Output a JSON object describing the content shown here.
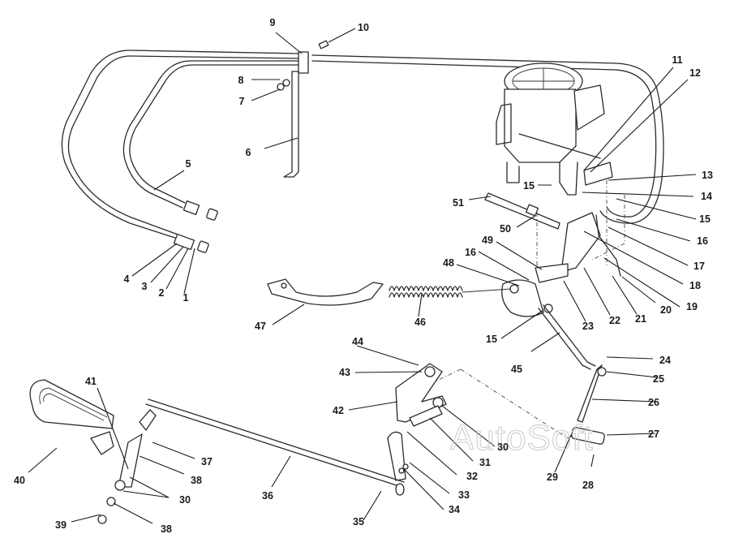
{
  "diagram": {
    "type": "exploded-parts-diagram",
    "subject": "carburetor throttle linkage and fuel lines",
    "watermark": "AutoSoft",
    "callouts": [
      {
        "id": "c1",
        "label": "1"
      },
      {
        "id": "c2",
        "label": "2"
      },
      {
        "id": "c3",
        "label": "3"
      },
      {
        "id": "c4",
        "label": "4"
      },
      {
        "id": "c5",
        "label": "5"
      },
      {
        "id": "c6",
        "label": "6"
      },
      {
        "id": "c7",
        "label": "7"
      },
      {
        "id": "c8",
        "label": "8"
      },
      {
        "id": "c9",
        "label": "9"
      },
      {
        "id": "c10",
        "label": "10"
      },
      {
        "id": "c11",
        "label": "11"
      },
      {
        "id": "c12",
        "label": "12"
      },
      {
        "id": "c13",
        "label": "13"
      },
      {
        "id": "c14",
        "label": "14"
      },
      {
        "id": "c15a",
        "label": "15"
      },
      {
        "id": "c15b",
        "label": "15"
      },
      {
        "id": "c15c",
        "label": "15"
      },
      {
        "id": "c16a",
        "label": "16"
      },
      {
        "id": "c16b",
        "label": "16"
      },
      {
        "id": "c17",
        "label": "17"
      },
      {
        "id": "c18",
        "label": "18"
      },
      {
        "id": "c19",
        "label": "19"
      },
      {
        "id": "c20",
        "label": "20"
      },
      {
        "id": "c21",
        "label": "21"
      },
      {
        "id": "c22",
        "label": "22"
      },
      {
        "id": "c23",
        "label": "23"
      },
      {
        "id": "c24",
        "label": "24"
      },
      {
        "id": "c25",
        "label": "25"
      },
      {
        "id": "c26",
        "label": "26"
      },
      {
        "id": "c27",
        "label": "27"
      },
      {
        "id": "c28",
        "label": "28"
      },
      {
        "id": "c29",
        "label": "29"
      },
      {
        "id": "c30a",
        "label": "30"
      },
      {
        "id": "c30b",
        "label": "30"
      },
      {
        "id": "c31",
        "label": "31"
      },
      {
        "id": "c32",
        "label": "32"
      },
      {
        "id": "c33",
        "label": "33"
      },
      {
        "id": "c34",
        "label": "34"
      },
      {
        "id": "c35",
        "label": "35"
      },
      {
        "id": "c36",
        "label": "36"
      },
      {
        "id": "c37",
        "label": "37"
      },
      {
        "id": "c38a",
        "label": "38"
      },
      {
        "id": "c38b",
        "label": "38"
      },
      {
        "id": "c39",
        "label": "39"
      },
      {
        "id": "c40",
        "label": "40"
      },
      {
        "id": "c41",
        "label": "41"
      },
      {
        "id": "c42",
        "label": "42"
      },
      {
        "id": "c43",
        "label": "43"
      },
      {
        "id": "c44",
        "label": "44"
      },
      {
        "id": "c45",
        "label": "45"
      },
      {
        "id": "c46",
        "label": "46"
      },
      {
        "id": "c47",
        "label": "47"
      },
      {
        "id": "c48",
        "label": "48"
      },
      {
        "id": "c49",
        "label": "49"
      },
      {
        "id": "c50",
        "label": "50"
      },
      {
        "id": "c51",
        "label": "51"
      }
    ]
  }
}
